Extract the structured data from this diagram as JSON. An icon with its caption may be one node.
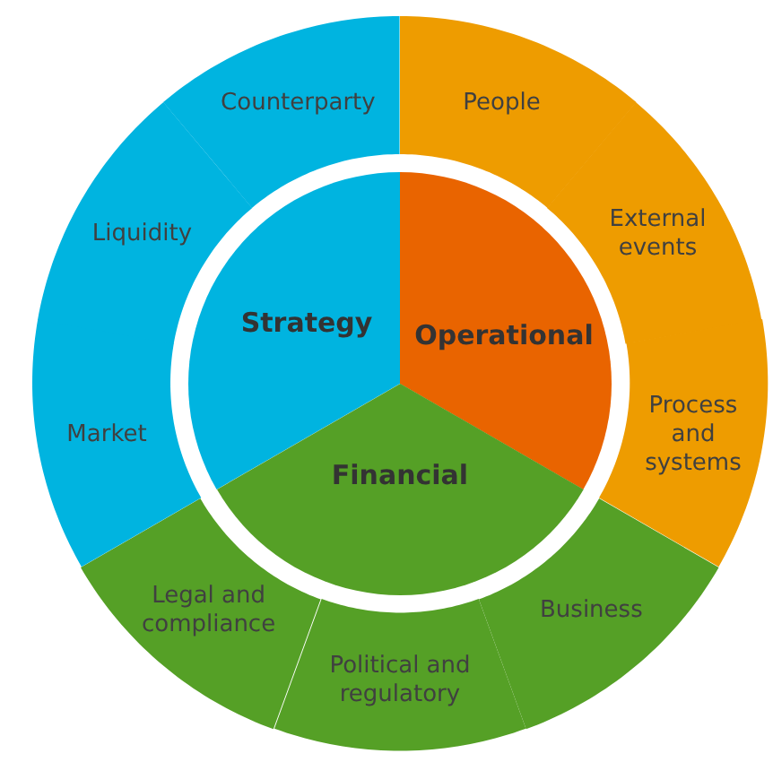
{
  "diagram": {
    "nodes": [
      {
        "text": [
          "Strategy"
        ]
      },
      {
        "text": [
          "Operational"
        ]
      },
      {
        "text": [
          "Financial"
        ]
      },
      {
        "text": [
          "Counterparty"
        ]
      },
      {
        "text": [
          "People"
        ]
      },
      {
        "text": [
          "External events"
        ]
      },
      {
        "text": [
          "Process and systems"
        ]
      },
      {
        "text": [
          "Business"
        ]
      },
      {
        "text": [
          "Political and regulatory"
        ]
      },
      {
        "text": [
          "Legal and compliance"
        ]
      },
      {
        "text": [
          "Market"
        ]
      },
      {
        "text": [
          "Liquidity"
        ]
      }
    ]
  }
}
